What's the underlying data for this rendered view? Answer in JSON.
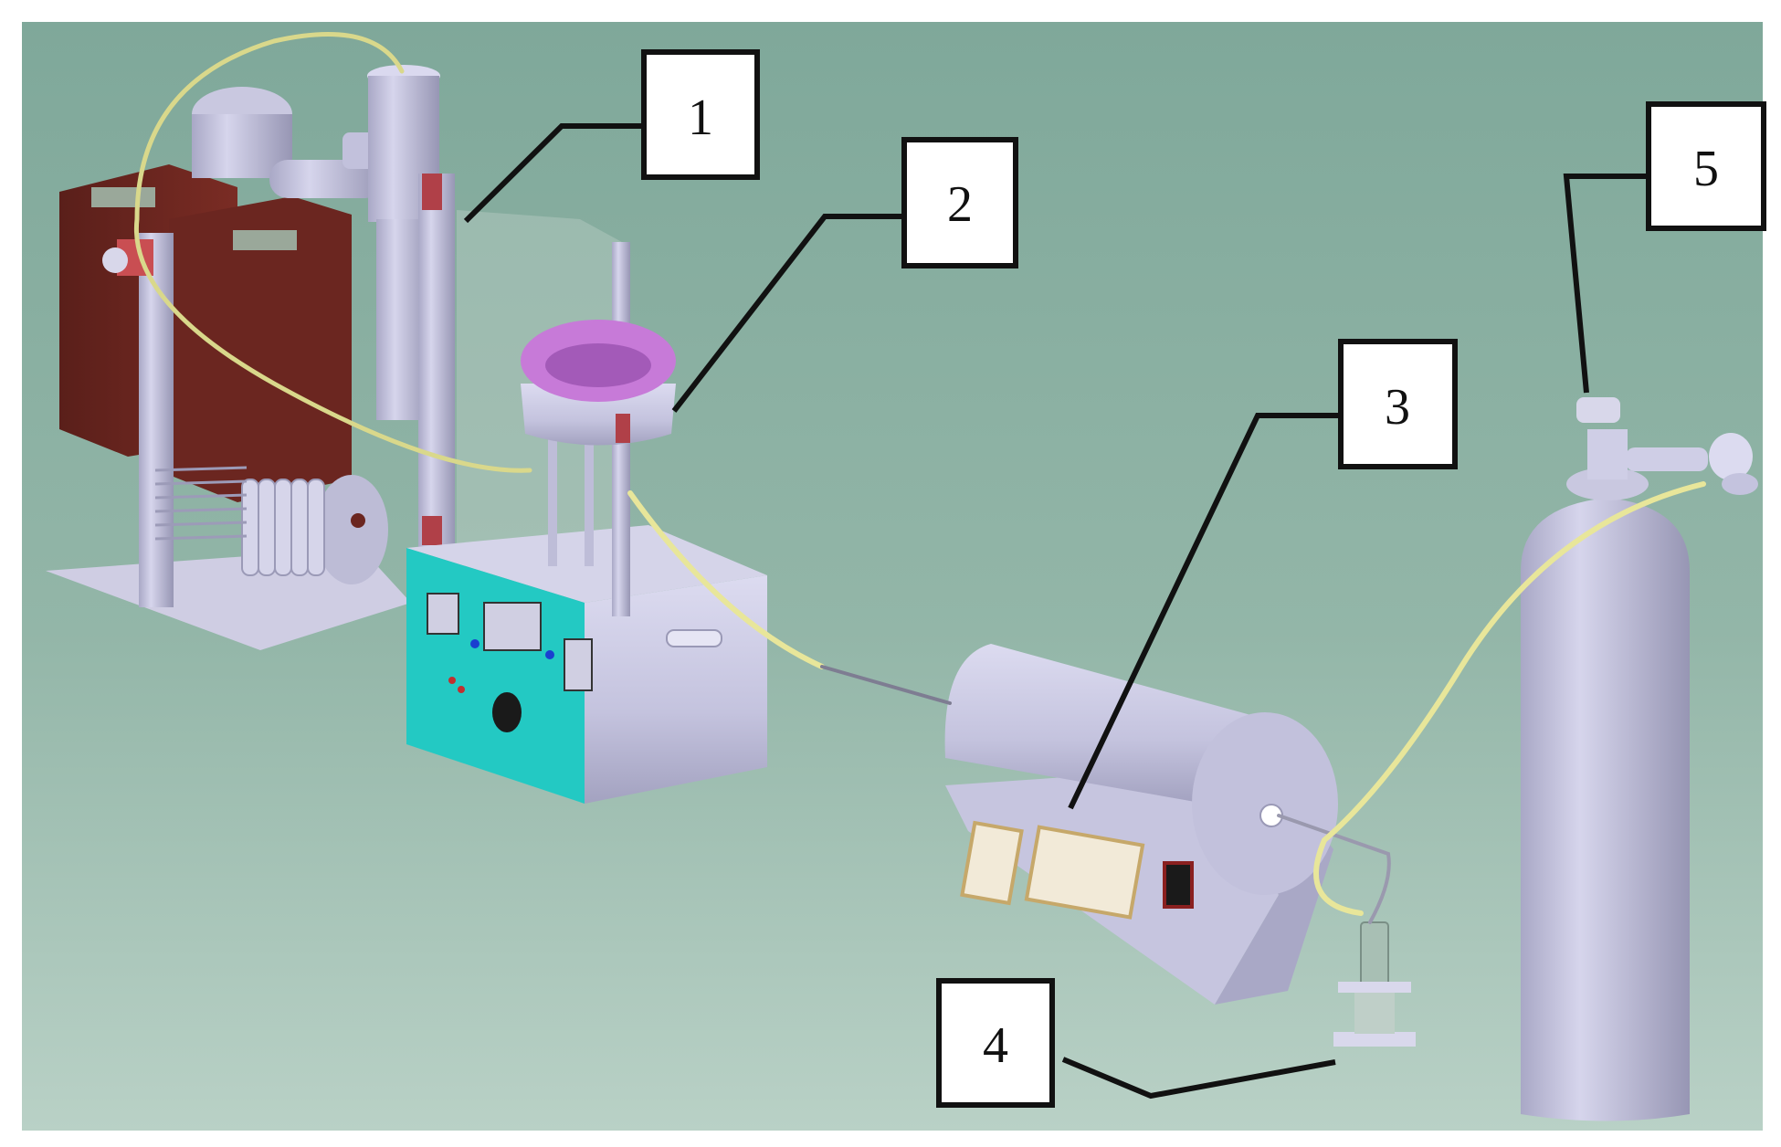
{
  "colors": {
    "background_top": "#7fa89a",
    "background_bottom": "#b8d0c5",
    "equipment_gray": "#c9c8e0",
    "equipment_shadow": "#9a99b6",
    "cabinet_brown": "#6b2620",
    "panel_cyan": "#23c9c3",
    "crucible_purple": "#c77ad8",
    "tube_yellow": "#e8e69a",
    "leader_black": "#111111"
  },
  "callouts": [
    {
      "id": "1",
      "label": "1"
    },
    {
      "id": "2",
      "label": "2"
    },
    {
      "id": "3",
      "label": "3"
    },
    {
      "id": "4",
      "label": "4"
    },
    {
      "id": "5",
      "label": "5"
    }
  ]
}
